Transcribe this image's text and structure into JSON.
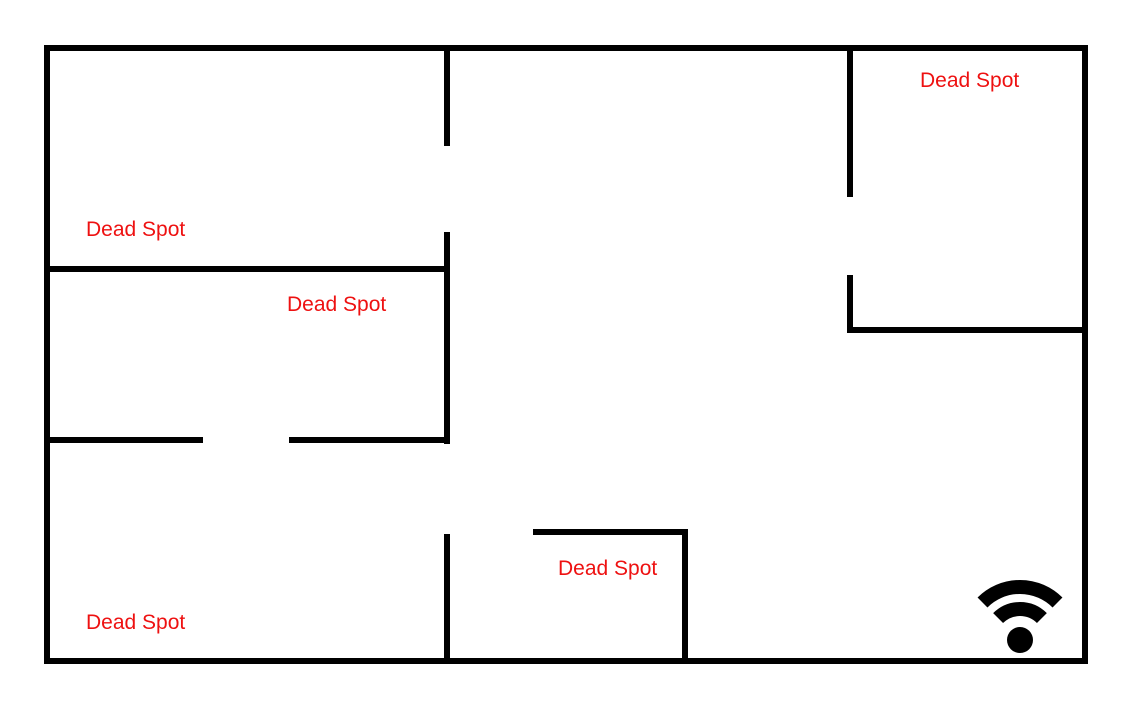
{
  "colors": {
    "wall": "#000000",
    "label": "#EE1111",
    "icon": "#000000",
    "background": "#FFFFFF"
  },
  "labels": [
    {
      "text": "Dead Spot",
      "location": "top-left-room"
    },
    {
      "text": "Dead Spot",
      "location": "middle-left-room"
    },
    {
      "text": "Dead Spot",
      "location": "top-right-room"
    },
    {
      "text": "Dead Spot",
      "location": "bottom-left-room"
    },
    {
      "text": "Dead Spot",
      "location": "bottom-center-room"
    }
  ],
  "icon": {
    "name": "wifi-icon"
  }
}
